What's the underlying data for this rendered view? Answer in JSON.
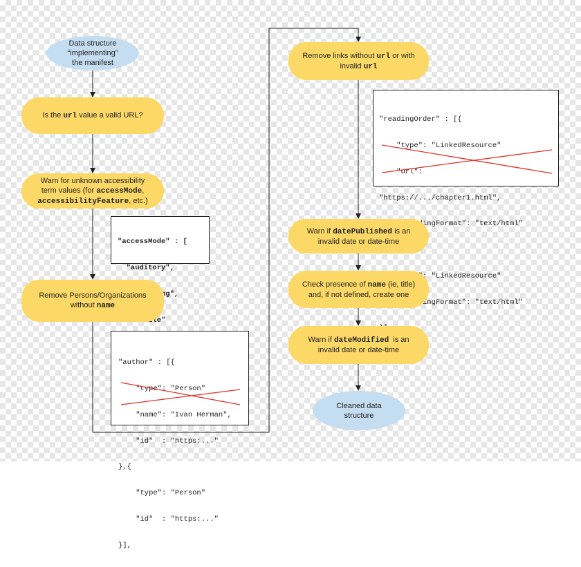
{
  "nodes": {
    "start": {
      "line1": "Data structure",
      "line2": "“implementing”",
      "line3": "the manifest"
    },
    "url_check": {
      "pre": "Is the ",
      "code": "url",
      "post": " value a valid URL?"
    },
    "warn_access": {
      "line1": "Warn for unknown accessibility",
      "line2": "term values  (for ",
      "code1": "accessMode",
      "comma": ",",
      "code2": "accessibilityFeature",
      "post": ", etc.)"
    },
    "remove_persons": {
      "line1": "Remove Persons/Organizations",
      "pre": "without ",
      "code": "name"
    },
    "remove_links": {
      "pre1": "Remove links without ",
      "code1": "url",
      "post1": " or with",
      "pre2": "invalid ",
      "code2": "url"
    },
    "warn_published": {
      "pre": "Warn if ",
      "code": "datePublished",
      "post": " is an",
      "line2": "invalid date or date-time"
    },
    "check_name": {
      "pre": "Check presence of ",
      "code": "name",
      "post": " (ie, title)",
      "line2": "and, if not defined, create one"
    },
    "warn_modified": {
      "pre": "Warn if ",
      "code": "dateModified",
      "post": "  is an",
      "line2": "invalid date or date-time"
    },
    "end": {
      "line1": "Cleaned data",
      "line2": "structure"
    }
  },
  "code": {
    "access_mode": [
      "\"accessMode\" : [",
      "  \"auditory\",",
      "  \"something\",",
      "  \"tactile\"",
      "],"
    ],
    "author": [
      "\"author\" : [{",
      "    \"type\": \"Person\"",
      "    \"name\": \"Ivan Herman\",",
      "    \"id\"  : \"https:...\"",
      "},{",
      "    \"type\": \"Person\"",
      "    \"id\"  : \"https:...\"",
      "}],"
    ],
    "reading_order": [
      "\"readingOrder\" : [{",
      "    \"type\": \"LinkedResource\"",
      "    \"url\":",
      "\"https://.../chapter1.html\",",
      "    \"encodingFormat\": \"text/html\"",
      "},{",
      "    \"type\": \"LinkedResource\"",
      "    \"encodingFormat\": \"text/html\"",
      "}],"
    ]
  },
  "colors": {
    "process": "#fcd867",
    "terminal": "#c5ddf0",
    "strike": "#e0302a",
    "line": "#222222"
  }
}
